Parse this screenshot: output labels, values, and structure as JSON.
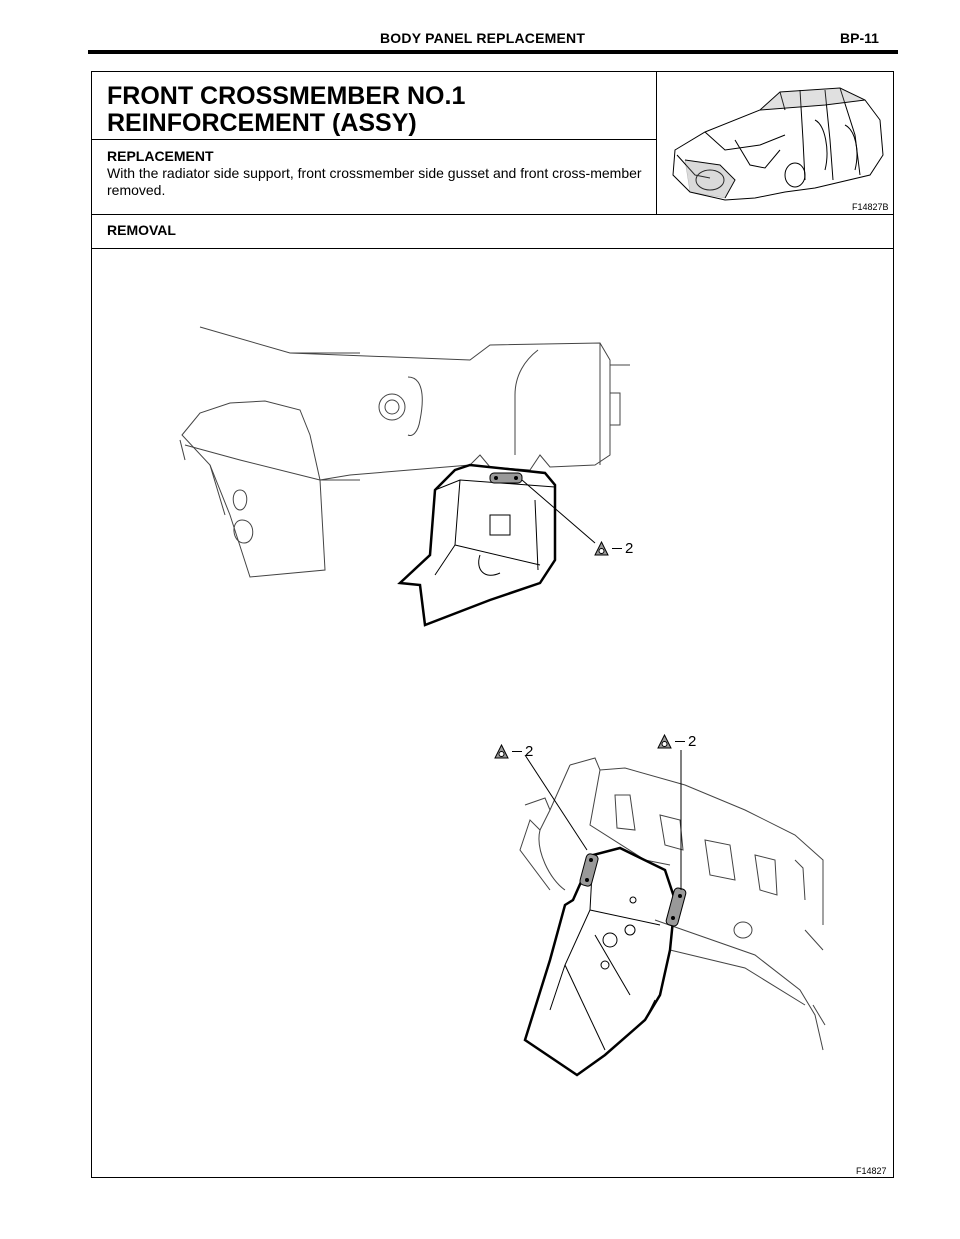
{
  "header": {
    "title": "BODY PANEL REPLACEMENT",
    "page": "BP-11"
  },
  "section": {
    "title_line1": "FRONT CROSSMEMBER NO.1",
    "title_line2": "REINFORCEMENT (ASSY)"
  },
  "replacement": {
    "heading": "REPLACEMENT",
    "body": "With the radiator side support, front crossmember side gusset and front cross-member removed."
  },
  "removal": {
    "heading": "REMOVAL"
  },
  "figures": {
    "overview_code": "F14827B",
    "main_code": "F14827"
  },
  "weld_callouts": {
    "upper": "2",
    "lower_left": "2",
    "lower_right": "2"
  },
  "icons": {
    "weld_symbol": "spot-weld-icon",
    "car_body": "car-body-illustration"
  }
}
